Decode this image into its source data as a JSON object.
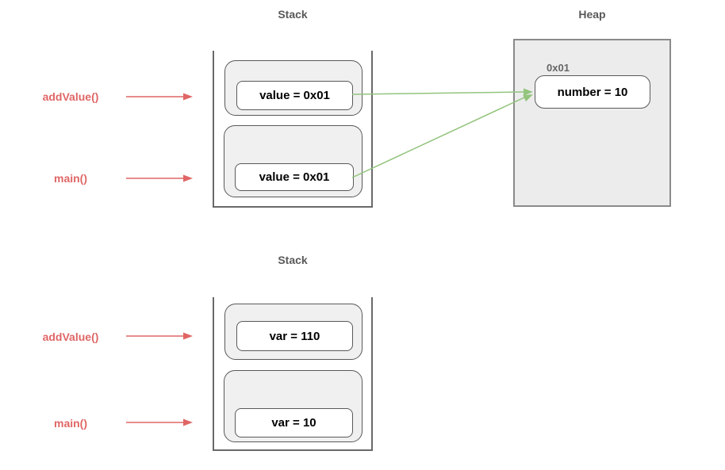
{
  "colors": {
    "red": "#e06666",
    "green": "#93c47d",
    "title_gray": "#595959",
    "address_gray": "#666666",
    "frame_fill": "#f0f0f0",
    "frame_border": "#595959",
    "wall_gray": "#696969",
    "heap_fill": "#ececec",
    "heap_border": "#8a8a8a",
    "value_black": "#000000"
  },
  "reference_diagram": {
    "stack": {
      "title": "Stack",
      "frames": [
        {
          "label": "addValue()",
          "value": "value = 0x01"
        },
        {
          "label": "main()",
          "value": "value = 0x01"
        }
      ]
    },
    "heap": {
      "title": "Heap",
      "address": "0x01",
      "value": "number = 10"
    }
  },
  "value_diagram": {
    "stack": {
      "title": "Stack",
      "frames": [
        {
          "label": "addValue()",
          "value": "var = 110"
        },
        {
          "label": "main()",
          "value": "var = 10"
        }
      ]
    }
  }
}
